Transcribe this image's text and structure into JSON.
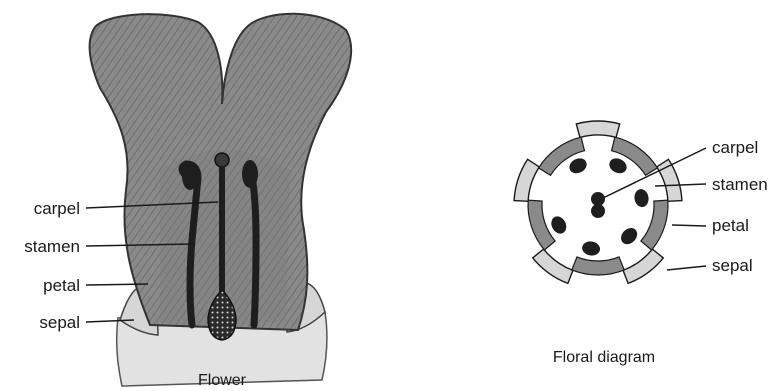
{
  "flower": {
    "caption": "Flower",
    "labels": {
      "carpel": "carpel",
      "stamen": "stamen",
      "petal": "petal",
      "sepal": "sepal"
    }
  },
  "floral_diagram": {
    "caption": "Floral diagram",
    "labels": {
      "carpel": "carpel",
      "stamen": "stamen",
      "petal": "petal",
      "sepal": "sepal"
    }
  },
  "colors": {
    "ink": "#1a1a1a",
    "petal_fill": "#8a8a8a",
    "petal_texture": "#707070",
    "sepal_fill": "#d6d6d6",
    "stamen_fill": "#1e1e1e"
  }
}
